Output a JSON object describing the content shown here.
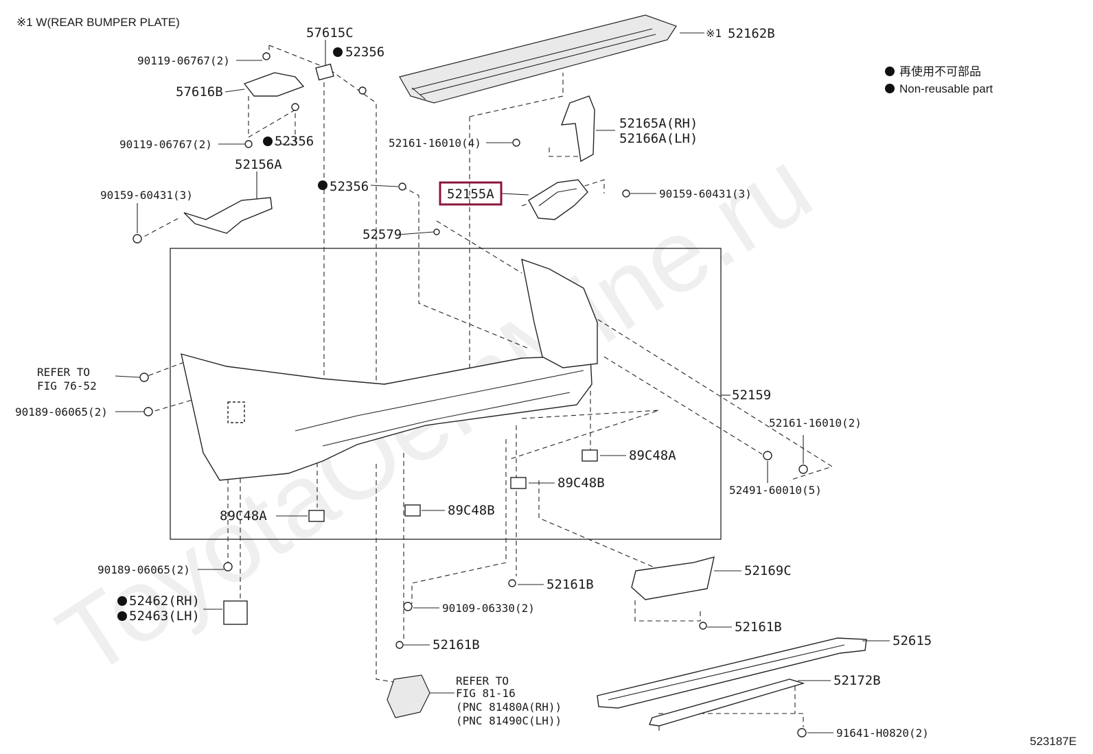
{
  "note_top": "※1 W(REAR BUMPER PLATE)",
  "legend": {
    "jp": "再使用不可部品",
    "en": "Non-reusable part"
  },
  "watermark": "ToyotaOemMine.ru",
  "figure_code": "523187E",
  "highlight_color": "#8a1538",
  "labels": {
    "l_57615c": "57615C",
    "l_52356_a": "52356",
    "l_90119_a": "90119-06767(2)",
    "l_57616b": "57616B",
    "l_90119_b": "90119-06767(2)",
    "l_52356_b": "52356",
    "l_52156a": "52156A",
    "l_90159_a": "90159-60431(3)",
    "l_52356_c": "52356",
    "l_52579": "52579",
    "l_52162b_mark": "※1",
    "l_52162b": "52162B",
    "l_52161_a": "52161-16010(4)",
    "l_52165a": "52165A(RH)",
    "l_52166a": "52166A(LH)",
    "l_52155a": "52155A",
    "l_90159_b": "90159-60431(3)",
    "l_refer1_a": "REFER TO",
    "l_refer1_b": "FIG 76-52",
    "l_90189_a": "90189-06065(2)",
    "l_52159": "52159",
    "l_52161_b": "52161-16010(2)",
    "l_89c48a_r": "89C48A",
    "l_89c48b_r": "89C48B",
    "l_52491": "52491-60010(5)",
    "l_89c48a_l": "89C48A",
    "l_89c48b_l": "89C48B",
    "l_90189_b": "90189-06065(2)",
    "l_52161b_a": "52161B",
    "l_52169c": "52169C",
    "l_52462": "52462(RH)",
    "l_52463": "52463(LH)",
    "l_90109": "90109-06330(2)",
    "l_52161b_b": "52161B",
    "l_52161b_c": "52161B",
    "l_52615": "52615",
    "l_refer2_a": "REFER TO",
    "l_refer2_b": "FIG 81-16",
    "l_pnc_rh": "(PNC 81480A(RH))",
    "l_pnc_lh": "(PNC 81490C(LH))",
    "l_52172b": "52172B",
    "l_91641": "91641-H0820(2)"
  }
}
